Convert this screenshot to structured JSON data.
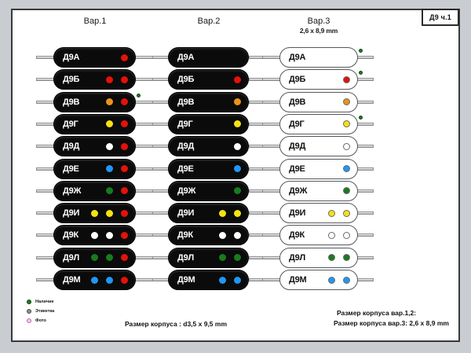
{
  "card": {
    "title_badge": "Д9 ч.1",
    "background": "#ffffff",
    "border_color": "#3a3a3a",
    "page_background": "#c9cdd2"
  },
  "columns": [
    {
      "id": "var1",
      "header": "Вар.1",
      "subheader": "",
      "style": "dark"
    },
    {
      "id": "var2",
      "header": "Вар.2",
      "subheader": "",
      "style": "dark"
    },
    {
      "id": "var3",
      "header": "Вар.3",
      "subheader": "2,6 x 8,9 mm",
      "style": "light"
    }
  ],
  "colors": {
    "red": "#e3120b",
    "orange": "#e8931a",
    "yellow": "#f5e212",
    "white": "#ffffff",
    "blue": "#2196f3",
    "green": "#1a7a1e",
    "available": "#1e7a22",
    "label_gray": "#6e6e6e",
    "photo_pink": "#e87fd0",
    "body_dark": "#0b0b0b",
    "body_light": "#ffffff",
    "lead_silver": "#d8d8d8"
  },
  "rows": [
    {
      "name": "Д9А",
      "var1": [
        "red"
      ],
      "var2": [],
      "var3": [],
      "var1_avail": false,
      "var3_avail": true
    },
    {
      "name": "Д9Б",
      "var1": [
        "red",
        "red"
      ],
      "var2": [
        "red"
      ],
      "var3": [
        "red"
      ],
      "var1_avail": false,
      "var3_avail": true
    },
    {
      "name": "Д9В",
      "var1": [
        "orange",
        "red"
      ],
      "var2": [
        "orange"
      ],
      "var3": [
        "orange"
      ],
      "var1_avail": true,
      "var3_avail": false
    },
    {
      "name": "Д9Г",
      "var1": [
        "yellow",
        "red"
      ],
      "var2": [
        "yellow"
      ],
      "var3": [
        "yellow"
      ],
      "var1_avail": false,
      "var3_avail": true
    },
    {
      "name": "Д9Д",
      "var1": [
        "white",
        "red"
      ],
      "var2": [
        "white"
      ],
      "var3": [
        "white"
      ],
      "var1_avail": false,
      "var3_avail": false
    },
    {
      "name": "Д9Е",
      "var1": [
        "blue",
        "red"
      ],
      "var2": [
        "blue"
      ],
      "var3": [
        "blue"
      ],
      "var1_avail": false,
      "var3_avail": false
    },
    {
      "name": "Д9Ж",
      "var1": [
        "green",
        "red"
      ],
      "var2": [
        "green"
      ],
      "var3": [
        "green"
      ],
      "var1_avail": false,
      "var3_avail": false
    },
    {
      "name": "Д9И",
      "var1": [
        "yellow",
        "yellow",
        "red"
      ],
      "var2": [
        "yellow",
        "yellow"
      ],
      "var3": [
        "yellow",
        "yellow"
      ],
      "var1_avail": false,
      "var3_avail": false
    },
    {
      "name": "Д9К",
      "var1": [
        "white",
        "white",
        "red"
      ],
      "var2": [
        "white",
        "white"
      ],
      "var3": [
        "white",
        "white"
      ],
      "var1_avail": false,
      "var3_avail": false
    },
    {
      "name": "Д9Л",
      "var1": [
        "green",
        "green",
        "red"
      ],
      "var2": [
        "green",
        "green"
      ],
      "var3": [
        "green",
        "green"
      ],
      "var1_avail": false,
      "var3_avail": false
    },
    {
      "name": "Д9М",
      "var1": [
        "blue",
        "blue",
        "red"
      ],
      "var2": [
        "blue",
        "blue"
      ],
      "var3": [
        "blue",
        "blue"
      ],
      "var1_avail": false,
      "var3_avail": false
    }
  ],
  "legend": [
    {
      "label": "Наличие",
      "color": "#1a7a1e",
      "border": "#0d4a10"
    },
    {
      "label": "Этикетка",
      "color": "#8d8d8d",
      "border": "#4a4a4a"
    },
    {
      "label": "Фото",
      "color": "#f2c8ea",
      "border": "#cc62b4"
    }
  ],
  "notes": {
    "center": "Размер корпуса : d3,5 x 9,5 mm",
    "right_line1": "Размер корпуса вар.1,2:",
    "right_line2": "Размер корпуса вар.3: 2,6 x 8,9 mm"
  }
}
